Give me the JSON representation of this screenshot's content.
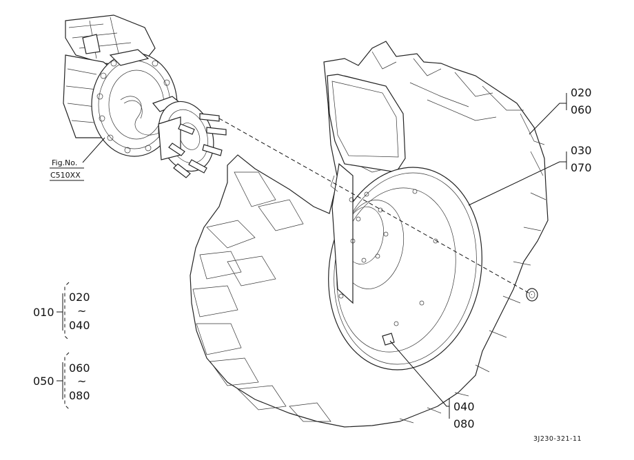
{
  "figure_ref": {
    "line1": "Fig.No.",
    "line2": "C510XX"
  },
  "callouts": {
    "tire_a": "020",
    "tire_b": "060",
    "rim_a": "030",
    "rim_b": "070",
    "valve_a": "040",
    "valve_b": "080"
  },
  "legend": {
    "group1": {
      "id": "010",
      "from": "020",
      "tilde": "~",
      "to": "040"
    },
    "group2": {
      "id": "050",
      "from": "060",
      "tilde": "~",
      "to": "080"
    }
  },
  "drawing_code": "3J230-321-11"
}
